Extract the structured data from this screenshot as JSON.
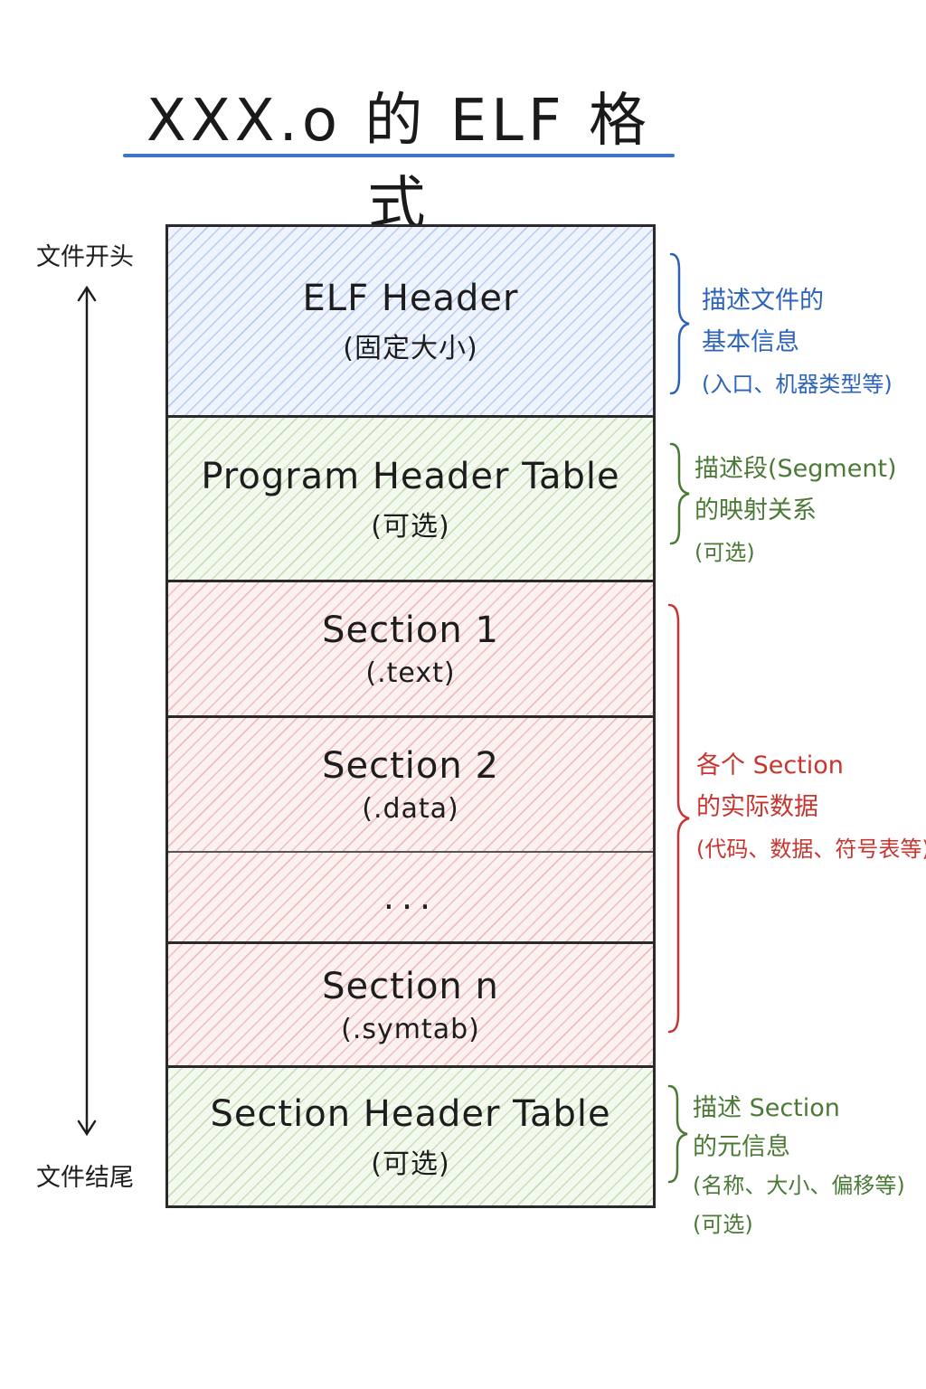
{
  "title": "XXX.o 的 ELF 格式",
  "axis": {
    "start": "文件开头",
    "end": "文件结尾"
  },
  "blocks": [
    {
      "title": "ELF Header",
      "sub": "(固定大小)"
    },
    {
      "title": "Program Header Table",
      "sub": "(可选)"
    },
    {
      "title": "Section 1",
      "sub": "(.text)"
    },
    {
      "title": "Section 2",
      "sub": "(.data)"
    },
    {
      "title": "...",
      "sub": ""
    },
    {
      "title": "Section n",
      "sub": "(.symtab)"
    },
    {
      "title": "Section Header Table",
      "sub": "(可选)"
    }
  ],
  "notes": {
    "elf_header": {
      "color": "#2c63b8",
      "lines": [
        "描述文件的",
        "基本信息",
        "(入口、机器类型等)"
      ]
    },
    "program_header": {
      "color": "#4a7a36",
      "lines": [
        "描述段(Segment)",
        "的映射关系",
        "(可选)"
      ]
    },
    "sections": {
      "color": "#c8352f",
      "lines": [
        "各个 Section",
        "的实际数据",
        "(代码、数据、符号表等)"
      ]
    },
    "section_header": {
      "color": "#4a7a36",
      "lines": [
        "描述 Section",
        "的元信息",
        "(名称、大小、偏移等)",
        "(可选)"
      ]
    }
  },
  "colors": {
    "header_fill": "#eef3fc",
    "table_fill": "#f3f9ee",
    "section_fill": "#fcf1f1",
    "title_underline": "#3f73c5"
  }
}
